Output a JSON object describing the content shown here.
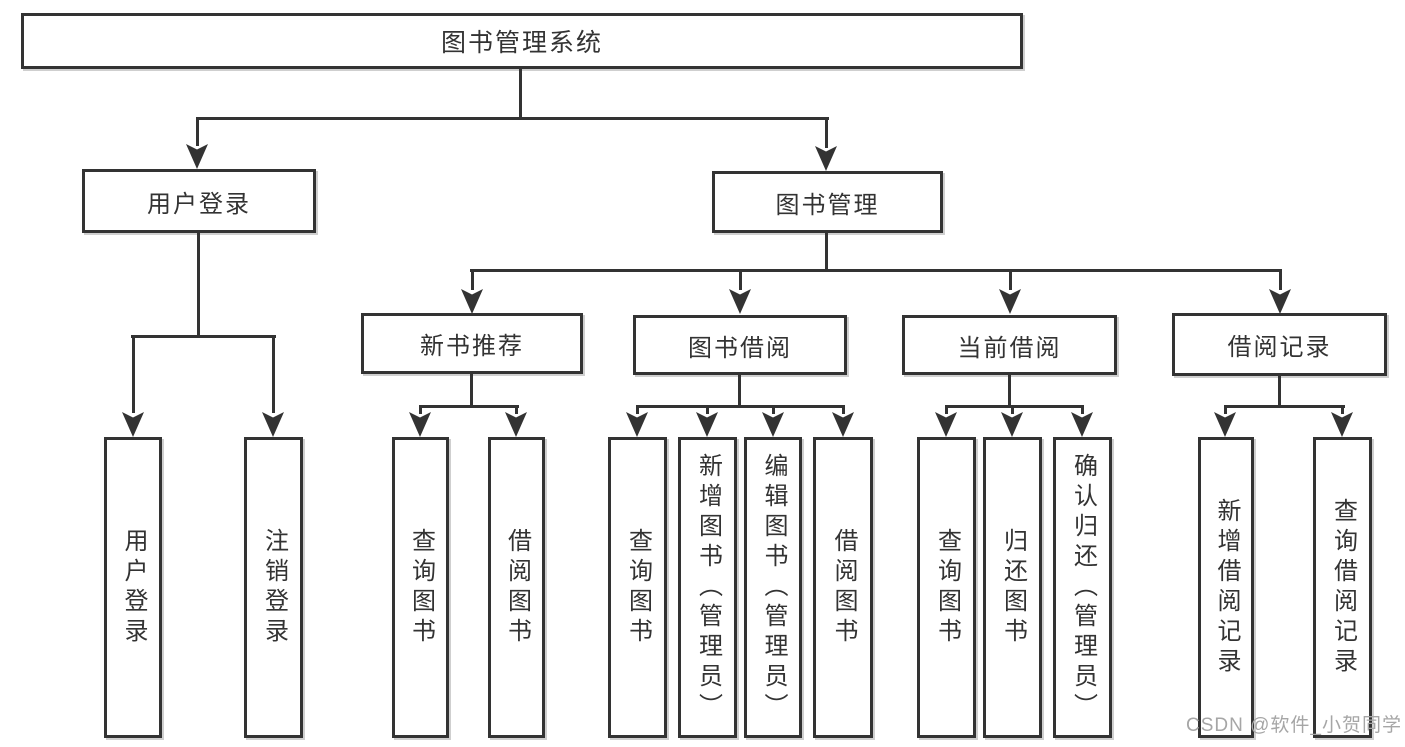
{
  "diagram": {
    "root_label": "图书管理系统",
    "branches": [
      {
        "label": "用户登录",
        "children": [
          "用户登录",
          "注销登录"
        ]
      },
      {
        "label": "图书管理",
        "groups": [
          {
            "label": "新书推荐",
            "children": [
              "查询图书",
              "借阅图书"
            ]
          },
          {
            "label": "图书借阅",
            "children": [
              "查询图书",
              "新增图书（管理员）",
              "编辑图书（管理员）",
              "借阅图书"
            ]
          },
          {
            "label": "当前借阅",
            "children": [
              "查询图书",
              "归还图书",
              "确认归还（管理员）"
            ]
          },
          {
            "label": "借阅记录",
            "children": [
              "新增借阅记录",
              "查询借阅记录"
            ]
          }
        ]
      }
    ],
    "colors": {
      "line": "#333333",
      "text": "#333333",
      "box_background": "#ffffff",
      "watermark": "#a6a6a6"
    }
  },
  "watermark": {
    "text": "CSDN @软件_小贺同学"
  }
}
